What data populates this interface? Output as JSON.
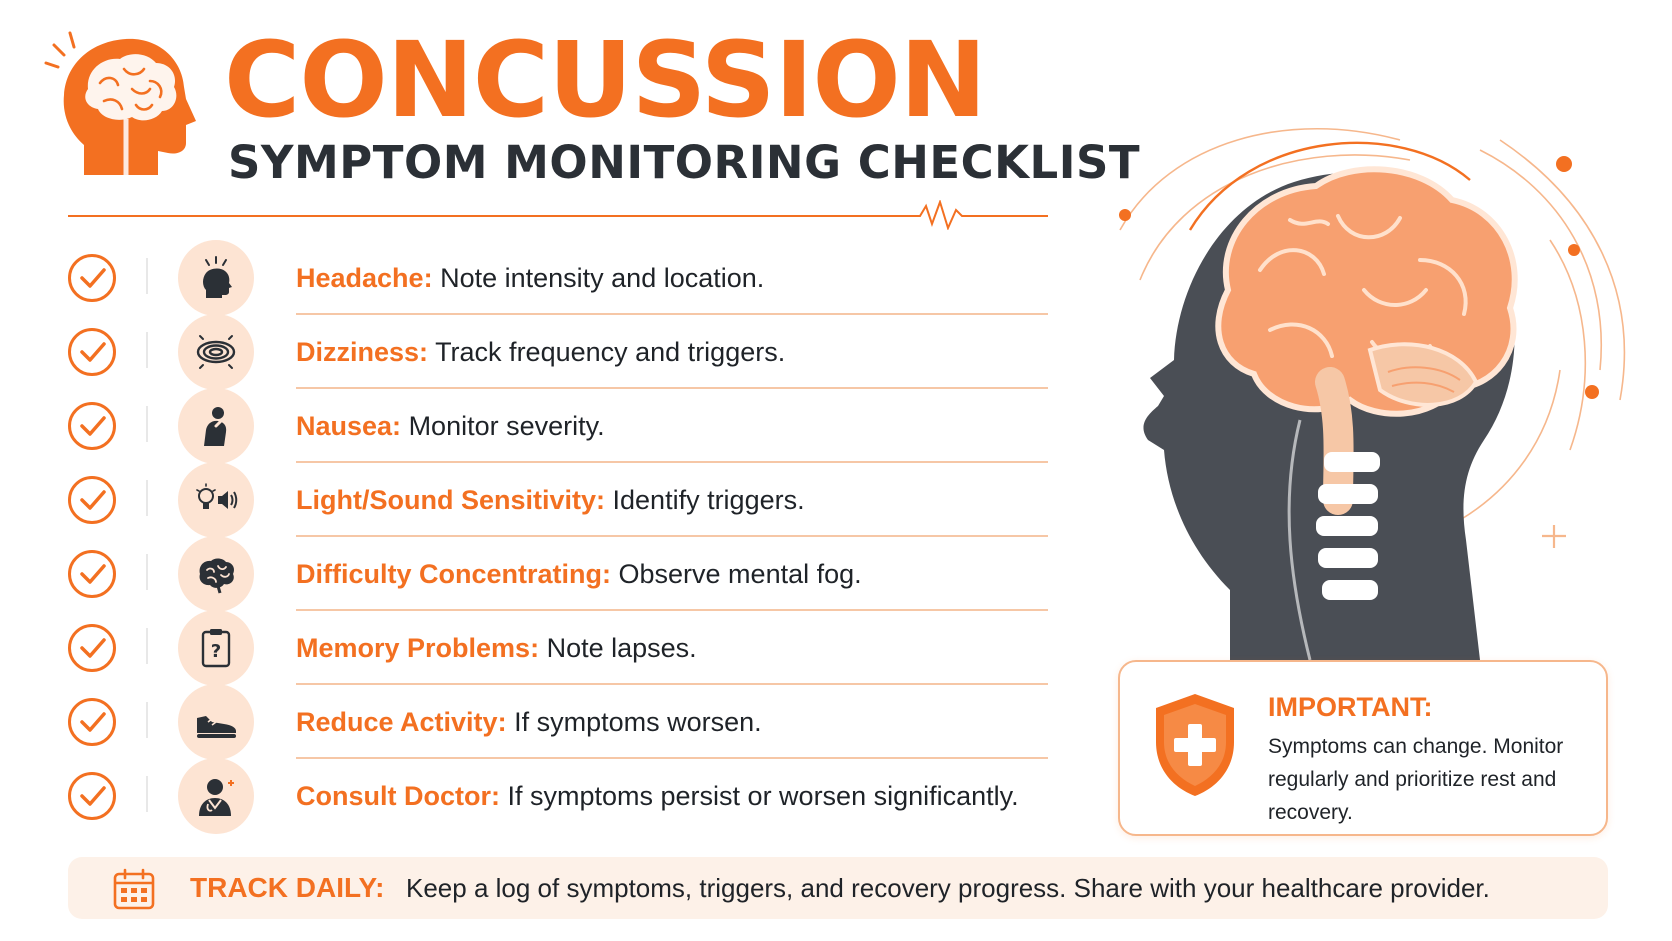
{
  "header": {
    "title": "CONCUSSION",
    "subtitle": "SYMPTOM MONITORING CHECKLIST"
  },
  "checklist": [
    {
      "label": "Headache:",
      "text": "Note intensity and location.",
      "icon": "head-pain-icon"
    },
    {
      "label": "Dizziness:",
      "text": "Track frequency and triggers.",
      "icon": "dizziness-spiral-icon"
    },
    {
      "label": "Nausea:",
      "text": "Monitor severity.",
      "icon": "nausea-person-icon"
    },
    {
      "label": "Light/Sound Sensitivity:",
      "text": "Identify triggers.",
      "icon": "lightbulb-speaker-icon"
    },
    {
      "label": "Difficulty Concentrating:",
      "text": "Observe mental fog.",
      "icon": "brain-icon"
    },
    {
      "label": "Memory Problems:",
      "text": "Note lapses.",
      "icon": "clipboard-question-icon"
    },
    {
      "label": "Reduce Activity:",
      "text": "If symptoms worsen.",
      "icon": "shoe-icon"
    },
    {
      "label": "Consult Doctor:",
      "text": "If symptoms persist or worsen significantly.",
      "icon": "doctor-icon"
    }
  ],
  "important": {
    "title": "IMPORTANT:",
    "text": "Symptoms can change. Monitor regularly and prioritize rest and recovery."
  },
  "track": {
    "label": "TRACK DAILY:",
    "text": "Keep a log of symptoms, triggers, and recovery progress. Share with your healthcare provider."
  },
  "colors": {
    "accent": "#f37021",
    "dark": "#2b3036",
    "light_accent": "#fde4d3"
  }
}
